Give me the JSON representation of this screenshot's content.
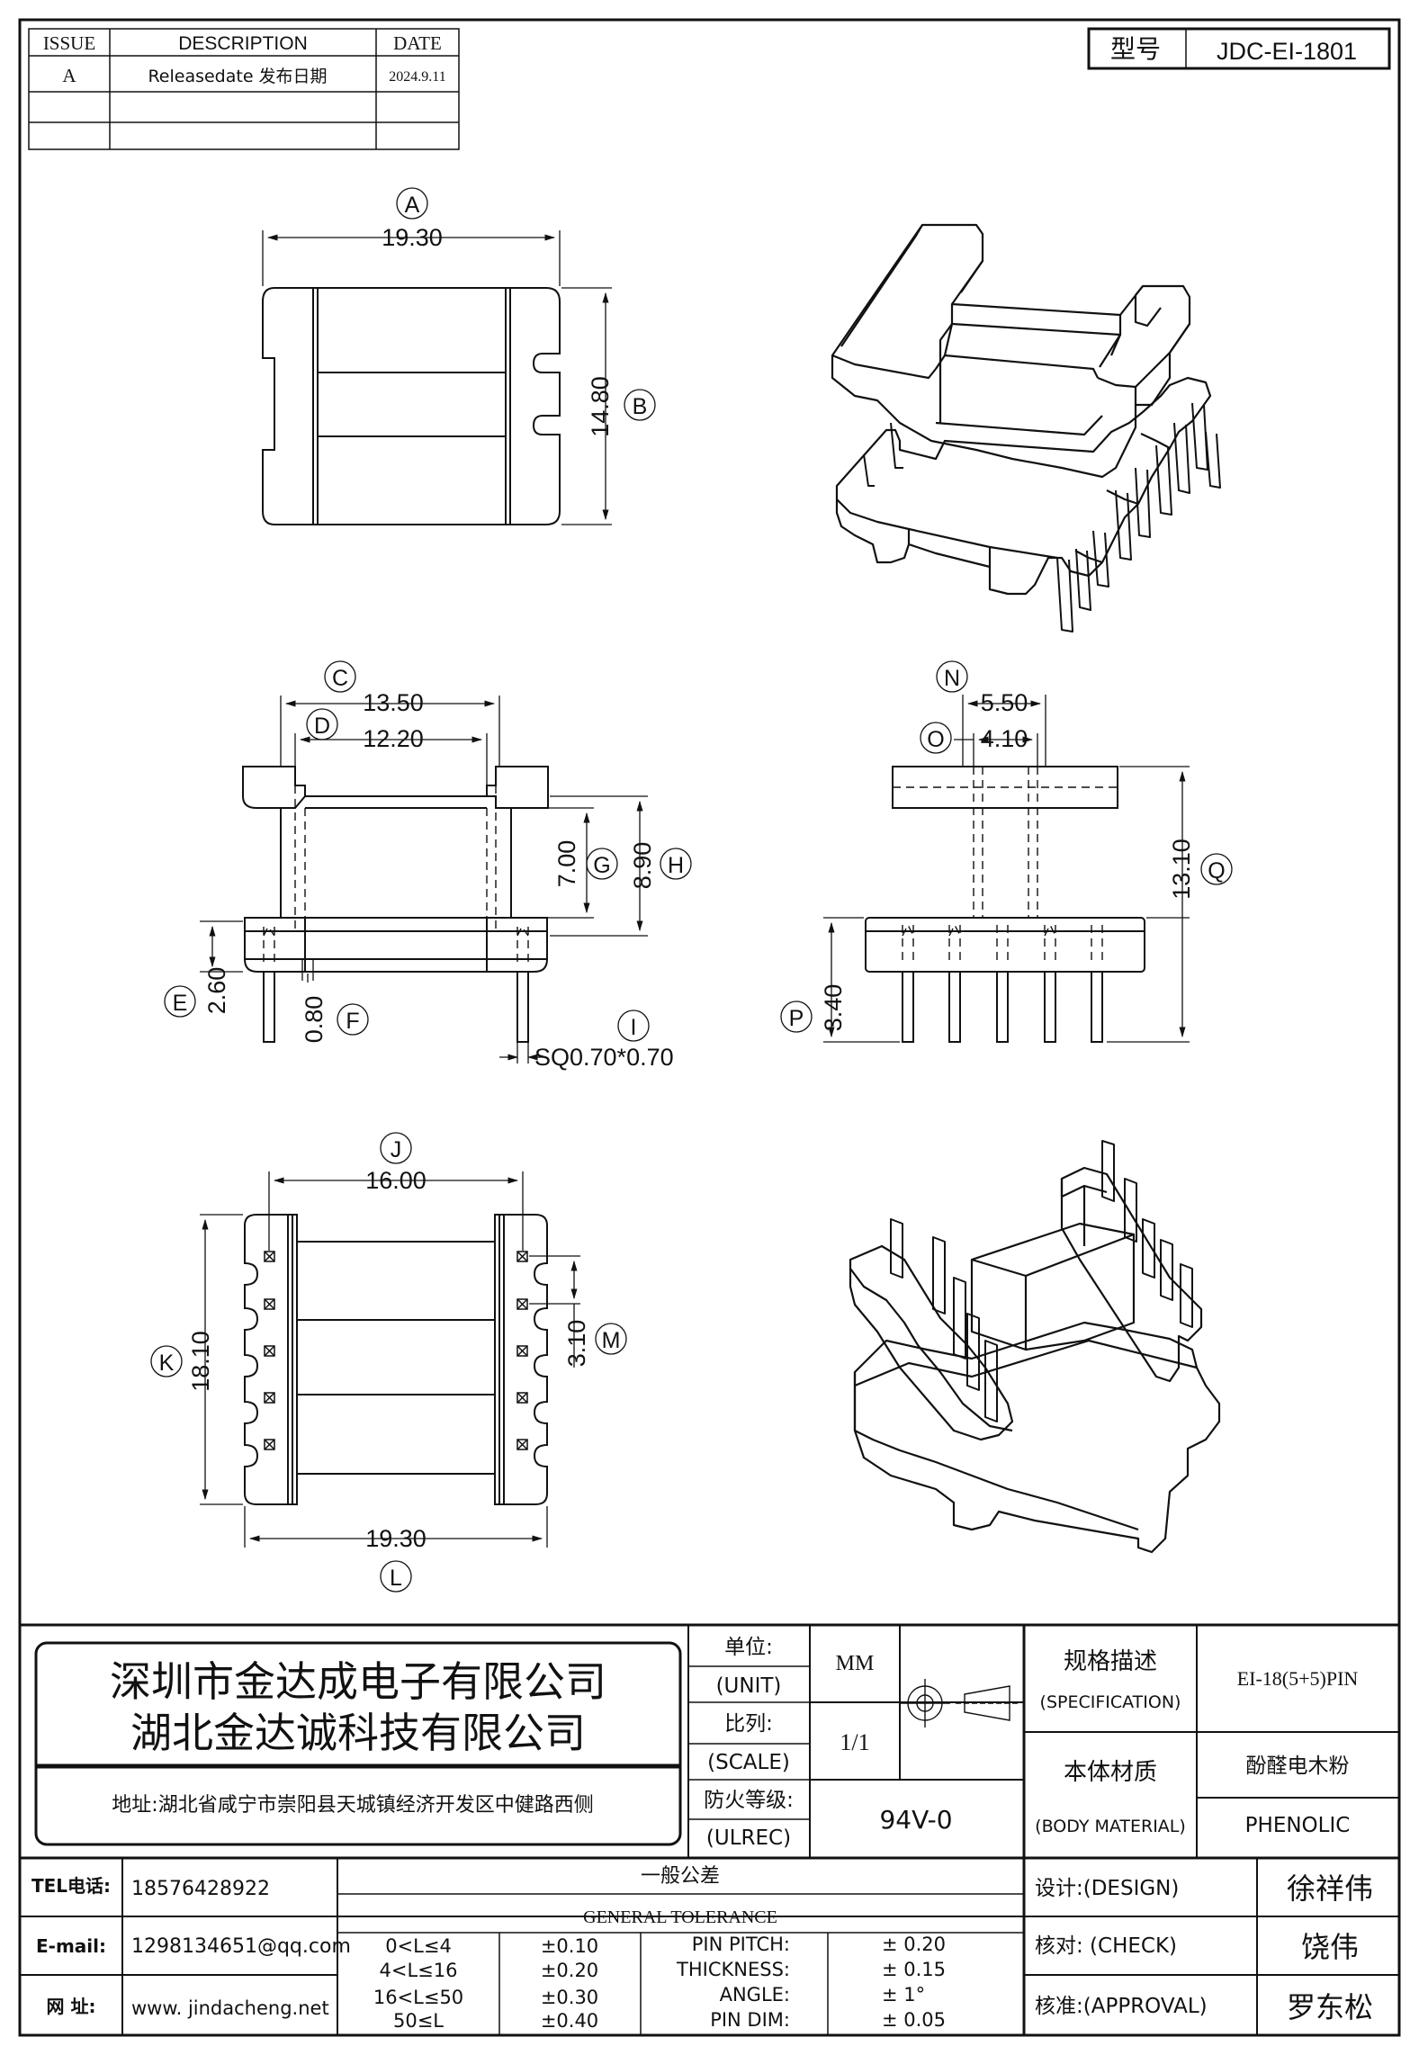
{
  "part_number": {
    "label": "型号",
    "value": "JDC-EI-1801"
  },
  "revision_table": {
    "headers": [
      "ISSUE",
      "DESCRIPTION",
      "DATE"
    ],
    "rows": [
      [
        "A",
        "Releasedate 发布日期",
        "2024.9.11"
      ],
      [
        "",
        "",
        ""
      ],
      [
        "",
        "",
        ""
      ]
    ]
  },
  "dimensions": [
    {
      "id": "A",
      "value": "19.30"
    },
    {
      "id": "B",
      "value": "14.80"
    },
    {
      "id": "C",
      "value": "13.50"
    },
    {
      "id": "D",
      "value": "12.20"
    },
    {
      "id": "E",
      "value": "2.60"
    },
    {
      "id": "F",
      "value": "0.80"
    },
    {
      "id": "G",
      "value": "7.00"
    },
    {
      "id": "H",
      "value": "8.90"
    },
    {
      "id": "I",
      "value": "SQ0.70*0.70"
    },
    {
      "id": "J",
      "value": "16.00"
    },
    {
      "id": "K",
      "value": "18.10"
    },
    {
      "id": "L",
      "value": "19.30"
    },
    {
      "id": "M",
      "value": "3.10"
    },
    {
      "id": "N",
      "value": "5.50"
    },
    {
      "id": "O",
      "value": "4.10"
    },
    {
      "id": "P",
      "value": "3.40"
    },
    {
      "id": "Q",
      "value": "13.10"
    }
  ],
  "title_block": {
    "company_1": "深圳市金达成电子有限公司",
    "company_2": "湖北金达诚科技有限公司",
    "address": "地址:湖北省咸宁市崇阳县天城镇经济开发区中健路西侧",
    "unit_label": "单位:",
    "unit_label_en": "(UNIT)",
    "unit_value": "MM",
    "scale_label": "比列:",
    "scale_label_en": "(SCALE)",
    "scale_value": "1/1",
    "flame_label": "防火等级:",
    "flame_label_en": "(ULREC)",
    "flame_value": "94V-0",
    "spec_label": "规格描述",
    "spec_label_en": "(SPECIFICATION)",
    "spec_value": "EI-18(5+5)PIN",
    "material_label": "本体材质",
    "material_label_en": "(BODY MATERIAL)",
    "material_value_cn": "酚醛电木粉",
    "material_value_en": "PHENOLIC"
  },
  "contact": {
    "tel_label": "TEL电话:",
    "tel": "18576428922",
    "email_label": "E-mail:",
    "email": "1298134651@qq.com",
    "web_label": "网  址:",
    "web": "www. jindacheng.net"
  },
  "tolerance": {
    "title_cn": "一般公差",
    "title_en": "GENERAL TOLERANCE",
    "ranges": [
      {
        "range": "0<L≤4",
        "tol": "±0.10"
      },
      {
        "range": "4<L≤16",
        "tol": "±0.20"
      },
      {
        "range": "16<L≤50",
        "tol": "±0.30"
      },
      {
        "range": "50≤L",
        "tol": "±0.40"
      }
    ],
    "specs": [
      {
        "name": "PIN PITCH:",
        "tol": "±  0.20"
      },
      {
        "name": "THICKNESS:",
        "tol": "±  0.15"
      },
      {
        "name": "ANGLE:",
        "tol": "±  1°"
      },
      {
        "name": "PIN DIM:",
        "tol": "±  0.05"
      }
    ]
  },
  "signoff": [
    {
      "role": "设计:(DESIGN)",
      "name": "徐祥伟"
    },
    {
      "role": "核对: (CHECK)",
      "name": "饶伟"
    },
    {
      "role": "核准:(APPROVAL)",
      "name": "罗东松"
    }
  ]
}
